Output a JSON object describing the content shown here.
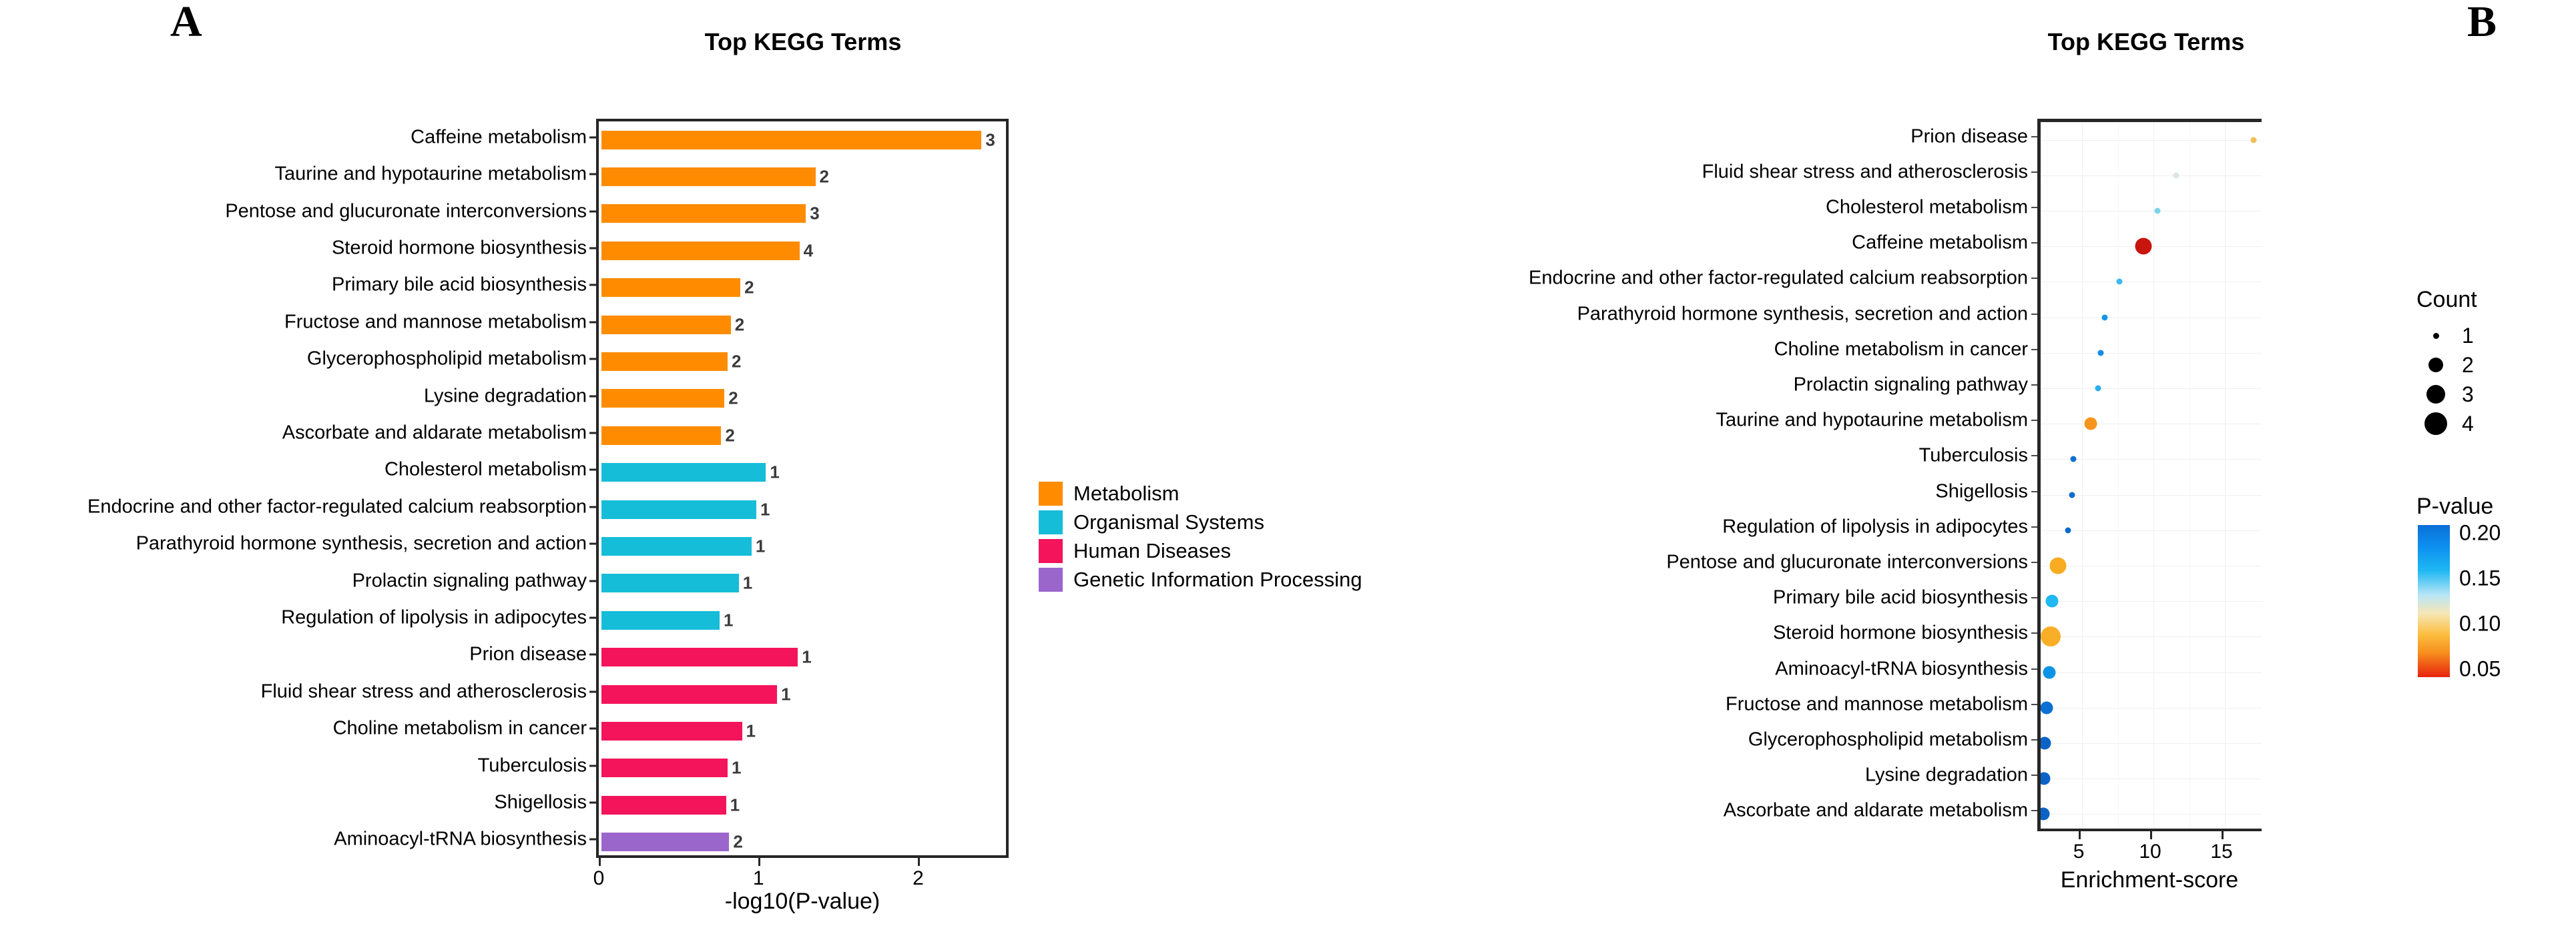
{
  "panels": {
    "a": {
      "letter": "A",
      "title": "Top KEGG Terms",
      "xlabel": "-log10(P-value)",
      "xticks": [
        "0",
        "1",
        "2"
      ],
      "legend": [
        {
          "label": "Metabolism",
          "color": "#FF8C00"
        },
        {
          "label": "Organismal Systems",
          "color": "#16BDD8"
        },
        {
          "label": "Human Diseases",
          "color": "#F4145B"
        },
        {
          "label": "Genetic Information Processing",
          "color": "#9B66CC"
        }
      ]
    },
    "b": {
      "letter": "B",
      "title": "Top KEGG Terms",
      "xlabel": "Enrichment-score",
      "xticks": [
        "5",
        "10",
        "15"
      ],
      "count_legend": {
        "title": "Count",
        "items": [
          "1",
          "2",
          "3",
          "4"
        ]
      },
      "pvalue_legend": {
        "title": "P-value",
        "ticks": [
          "0.20",
          "0.15",
          "0.10",
          "0.05"
        ]
      }
    }
  },
  "chart_data": [
    {
      "type": "bar",
      "title": "Top KEGG Terms",
      "xlabel": "-log10(P-value)",
      "ylabel": "",
      "xlim": [
        0,
        2.55
      ],
      "xticks": [
        0,
        1,
        2
      ],
      "orientation": "horizontal",
      "categories": [
        "Caffeine metabolism",
        "Taurine and hypotaurine metabolism",
        "Pentose and glucuronate interconversions",
        "Steroid hormone biosynthesis",
        "Primary bile acid biosynthesis",
        "Fructose and mannose metabolism",
        "Glycerophospholipid metabolism",
        "Lysine degradation",
        "Ascorbate and aldarate metabolism",
        "Cholesterol metabolism",
        "Endocrine and other factor-regulated calcium reabsorption",
        "Parathyroid hormone synthesis, secretion and action",
        "Prolactin signaling pathway",
        "Regulation of lipolysis in adipocytes",
        "Prion disease",
        "Fluid shear stress and atherosclerosis",
        "Choline metabolism in cancer",
        "Tuberculosis",
        "Shigellosis",
        "Aminoacyl-tRNA biosynthesis"
      ],
      "values": [
        2.38,
        1.34,
        1.28,
        1.24,
        0.87,
        0.81,
        0.79,
        0.77,
        0.75,
        1.03,
        0.97,
        0.94,
        0.86,
        0.74,
        1.23,
        1.1,
        0.88,
        0.79,
        0.78,
        0.8
      ],
      "count_labels": [
        "3",
        "2",
        "3",
        "4",
        "2",
        "2",
        "2",
        "2",
        "2",
        "1",
        "1",
        "1",
        "1",
        "1",
        "1",
        "1",
        "1",
        "1",
        "1",
        "2"
      ],
      "group": [
        "Metabolism",
        "Metabolism",
        "Metabolism",
        "Metabolism",
        "Metabolism",
        "Metabolism",
        "Metabolism",
        "Metabolism",
        "Metabolism",
        "Organismal Systems",
        "Organismal Systems",
        "Organismal Systems",
        "Organismal Systems",
        "Organismal Systems",
        "Human Diseases",
        "Human Diseases",
        "Human Diseases",
        "Human Diseases",
        "Human Diseases",
        "Genetic Information Processing"
      ],
      "group_colors": {
        "Metabolism": "#FF8C00",
        "Organismal Systems": "#16BDD8",
        "Human Diseases": "#F4145B",
        "Genetic Information Processing": "#9B66CC"
      },
      "legend": [
        "Metabolism",
        "Organismal Systems",
        "Human Diseases",
        "Genetic Information Processing"
      ],
      "legend_position": "right",
      "grid": false
    },
    {
      "type": "scatter",
      "title": "Top KEGG Terms",
      "xlabel": "Enrichment-score",
      "ylabel": "",
      "xlim": [
        2.1,
        17.8
      ],
      "xticks": [
        5,
        10,
        15
      ],
      "grid": true,
      "categories": [
        "Prion disease",
        "Fluid shear stress and atherosclerosis",
        "Cholesterol metabolism",
        "Caffeine metabolism",
        "Endocrine and other factor-regulated calcium reabsorption",
        "Parathyroid hormone synthesis, secretion and action",
        "Choline metabolism in cancer",
        "Prolactin signaling pathway",
        "Taurine and hypotaurine metabolism",
        "Tuberculosis",
        "Shigellosis",
        "Regulation of lipolysis in adipocytes",
        "Pentose and glucuronate interconversions",
        "Primary bile acid biosynthesis",
        "Steroid hormone biosynthesis",
        "Aminoacyl-tRNA biosynthesis",
        "Fructose and mannose metabolism",
        "Glycerophospholipid metabolism",
        "Lysine degradation",
        "Ascorbate and aldarate metabolism"
      ],
      "x": [
        17.0,
        11.6,
        10.3,
        9.3,
        7.6,
        6.6,
        6.3,
        6.1,
        5.6,
        4.4,
        4.3,
        4.0,
        3.3,
        2.9,
        2.8,
        2.7,
        2.5,
        2.4,
        2.35,
        2.3
      ],
      "count": [
        1,
        1,
        1,
        3,
        1,
        1,
        1,
        1,
        2,
        1,
        1,
        1,
        3,
        2,
        4,
        2,
        2,
        2,
        2,
        2
      ],
      "pvalue": [
        0.055,
        0.075,
        0.105,
        0.035,
        0.125,
        0.145,
        0.15,
        0.155,
        0.06,
        0.185,
        0.19,
        0.195,
        0.065,
        0.14,
        0.07,
        0.15,
        0.195,
        0.2,
        0.2,
        0.2
      ],
      "point_colors": [
        "#f2be5a",
        "#d8e8dd",
        "#7fd2ec",
        "#c8150e",
        "#39b9f0",
        "#1596e8",
        "#0e8ce4",
        "#2caef0",
        "#f7941e",
        "#0d6fd0",
        "#0d6cce",
        "#0c69cc",
        "#f9ab22",
        "#1fb8f2",
        "#f9ae27",
        "#0b94e6",
        "#0c6fd2",
        "#0c63c6",
        "#0c63c6",
        "#0c63c6"
      ],
      "size_legend": {
        "title": "Count",
        "values": [
          1,
          2,
          3,
          4
        ]
      },
      "color_legend": {
        "title": "P-value",
        "ticks": [
          0.2,
          0.15,
          0.1,
          0.05
        ],
        "colormap": "jet-reversed"
      }
    }
  ]
}
